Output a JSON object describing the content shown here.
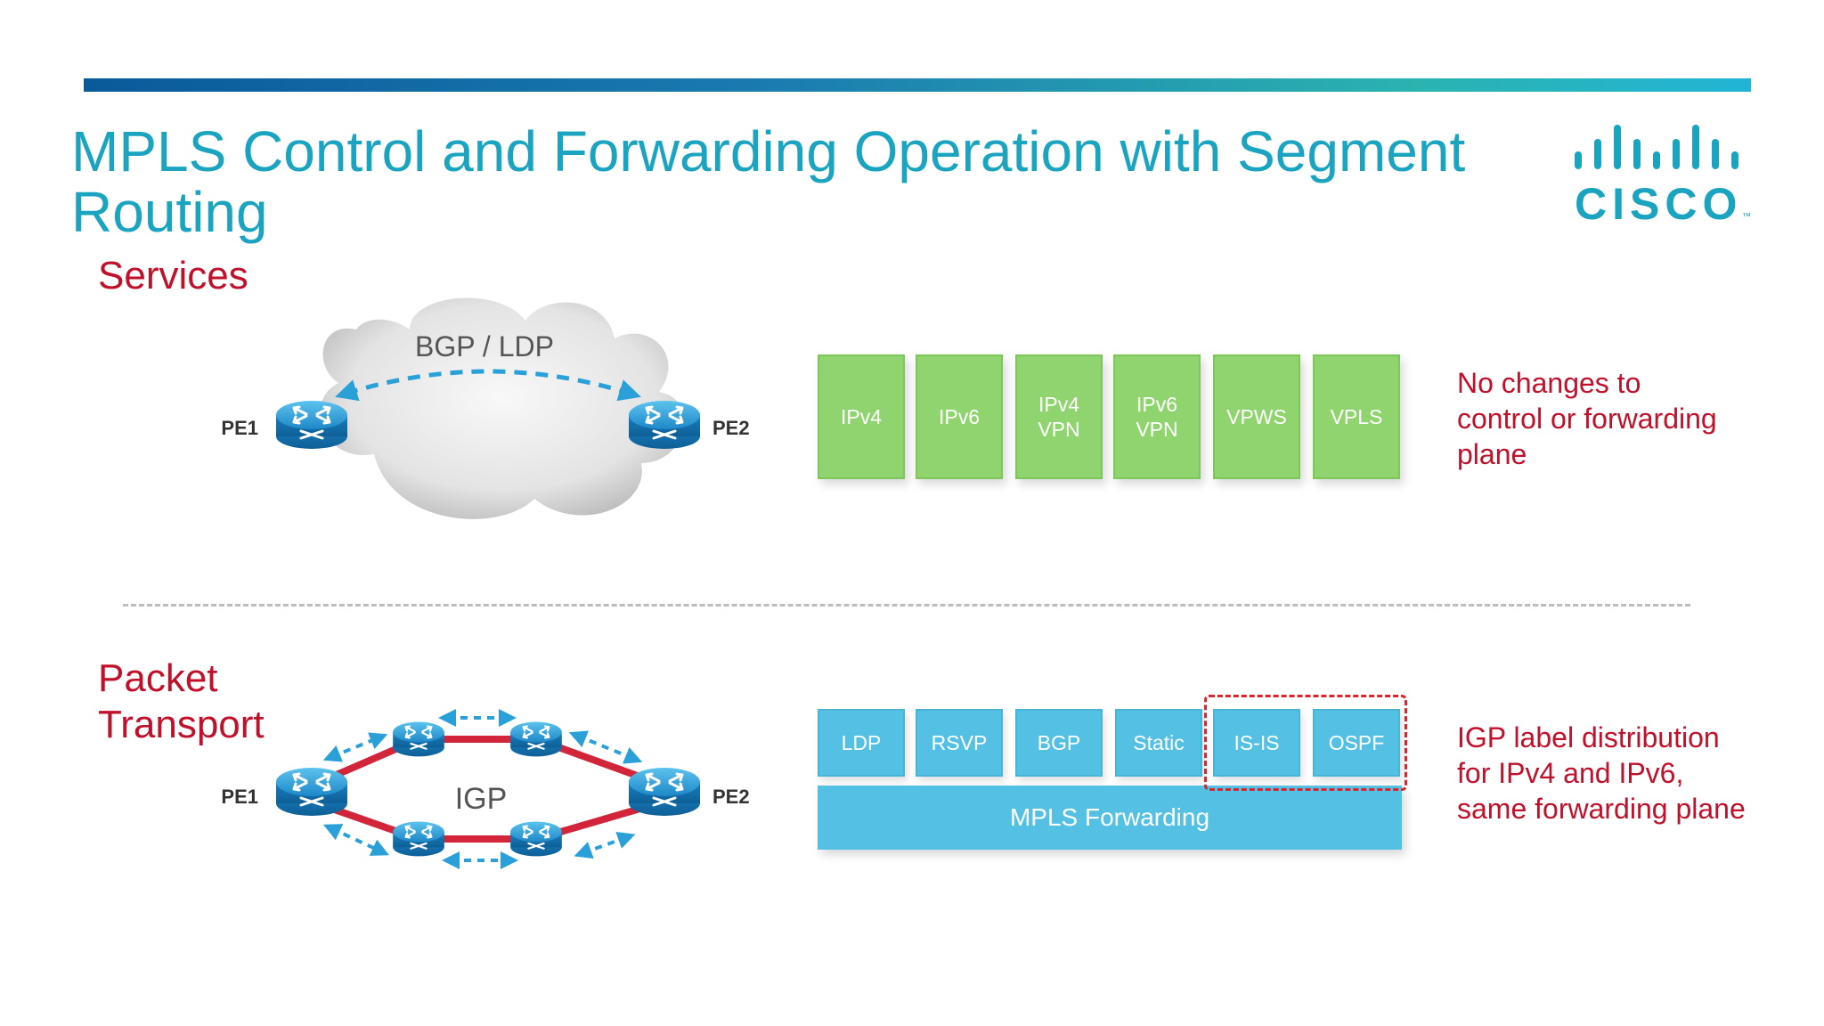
{
  "slide": {
    "title": "MPLS Control and Forwarding Operation with Segment Routing",
    "logo_text": "CISCO",
    "logo_mark": "™"
  },
  "services": {
    "label": "Services",
    "cloud_label": "BGP / LDP",
    "router_left": "PE1",
    "router_right": "PE2",
    "blocks": [
      "IPv4",
      "IPv6",
      "IPv4\nVPN",
      "IPv6\nVPN",
      "VPWS",
      "VPLS"
    ],
    "note": "No changes to control or forwarding plane"
  },
  "transport": {
    "label": "Packet Transport",
    "ring_label": "IGP",
    "router_left": "PE1",
    "router_right": "PE2",
    "blocks": [
      "LDP",
      "RSVP",
      "BGP",
      "Static",
      "IS-IS",
      "OSPF"
    ],
    "forwarding": "MPLS Forwarding",
    "note": "IGP label distribution for IPv4 and IPv6, same forwarding plane"
  },
  "colors": {
    "title": "#1aa4c0",
    "accent_red": "#c0102a",
    "service_block": "#8fd46e",
    "transport_block": "#54c0e4",
    "ring_link": "#d2253a",
    "highlight": "#d9252e"
  },
  "icons": {
    "router": "router-icon",
    "cloud": "cloud-icon",
    "logo": "cisco-logo"
  }
}
